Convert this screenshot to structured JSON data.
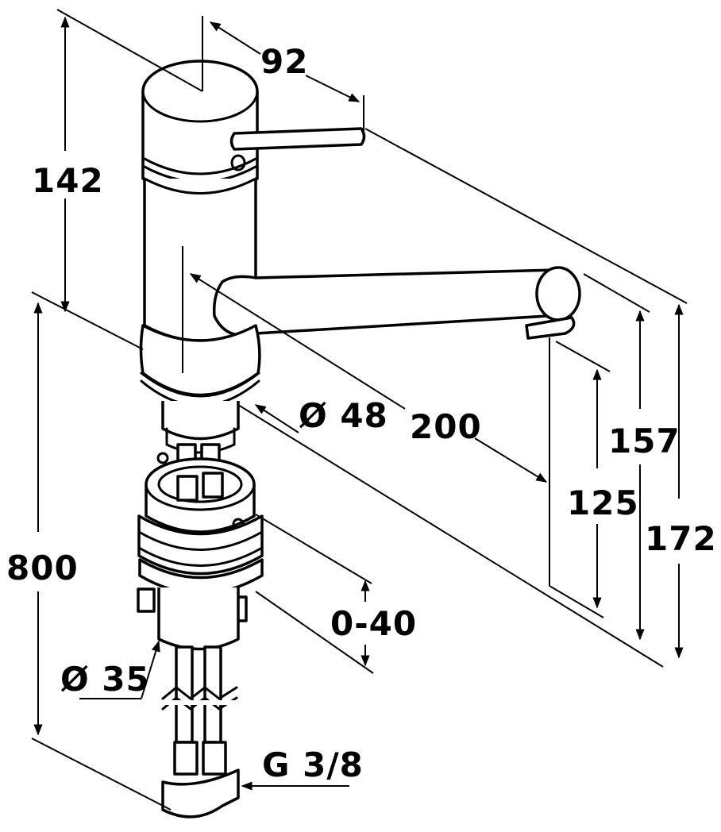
{
  "dimensions": {
    "d92": "92",
    "d142": "142",
    "d800": "800",
    "d48": "Ø 48",
    "d200": "200",
    "d157": "157",
    "d125": "125",
    "d172": "172",
    "d0_40": "0-40",
    "d35": "Ø 35",
    "g38": "G 3/8"
  },
  "colors": {
    "line": "#000000",
    "background": "#ffffff"
  }
}
